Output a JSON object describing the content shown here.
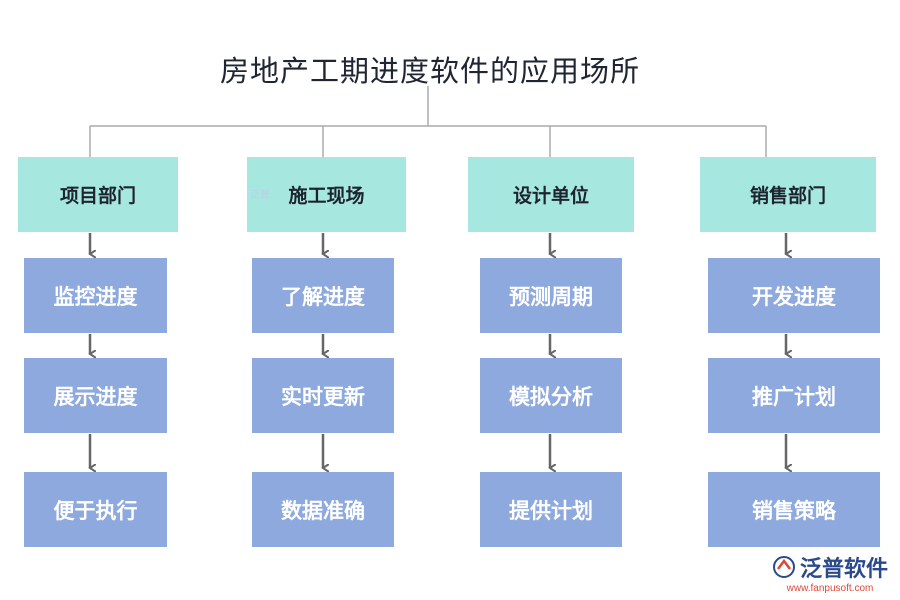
{
  "title": "房地产工期进度软件的应用场所",
  "columns": [
    {
      "header": "项目部门",
      "steps": [
        "监控进度",
        "展示进度",
        "便于执行"
      ]
    },
    {
      "header": "施工现场",
      "steps": [
        "了解进度",
        "实时更新",
        "数据准确"
      ]
    },
    {
      "header": "设计单位",
      "steps": [
        "预测周期",
        "模拟分析",
        "提供计划"
      ]
    },
    {
      "header": "销售部门",
      "steps": [
        "开发进度",
        "推广计划",
        "销售策略"
      ]
    }
  ],
  "watermark": "泛普",
  "logo": {
    "name": "泛普软件",
    "url": "www.fanpusoft.com"
  },
  "colors": {
    "header_fill": "#a6e8e0",
    "step_fill": "#8da9de",
    "connector": "#666666"
  }
}
